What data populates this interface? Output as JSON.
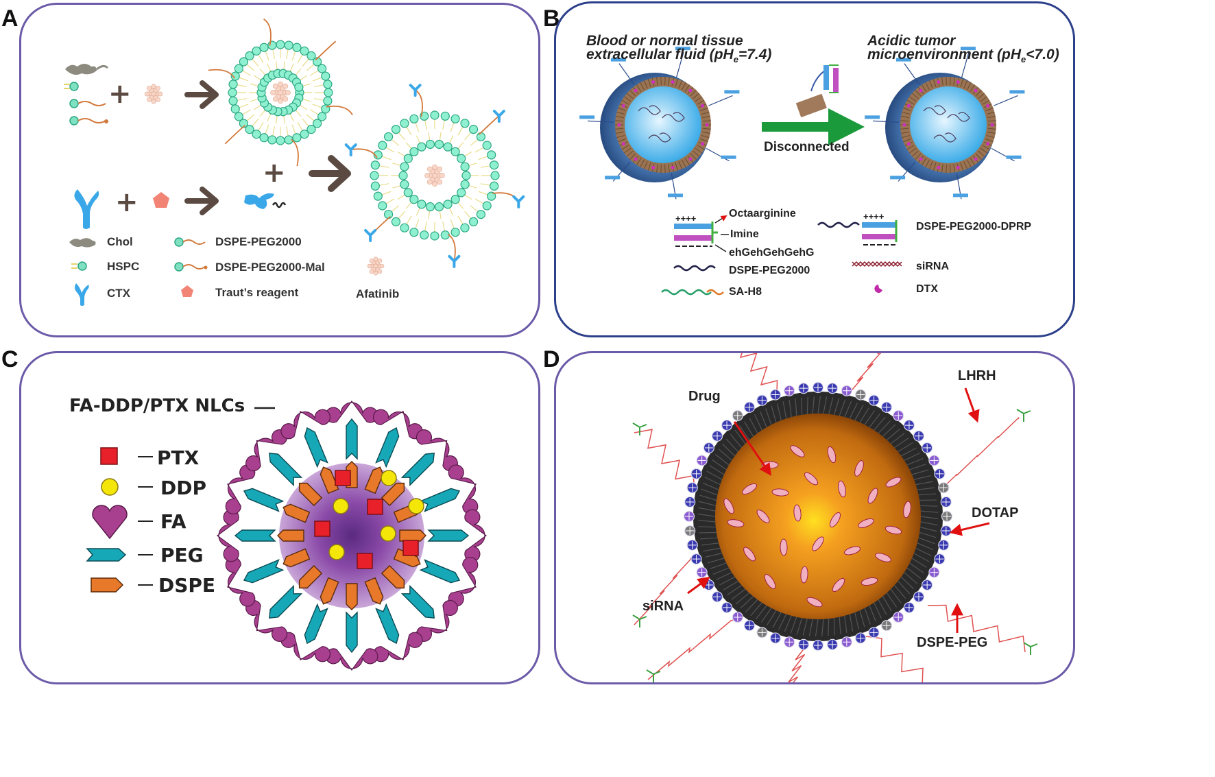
{
  "panelA": {
    "letter": "A",
    "legend": {
      "chol": "Chol",
      "hspc": "HSPC",
      "ctx": "CTX",
      "dspe_peg": "DSPE-PEG2000",
      "dspe_peg_mal": "DSPE-PEG2000-Mal",
      "traut": "Traut’s reagent",
      "afatinib": "Afatinib"
    }
  },
  "panelB": {
    "letter": "B",
    "left_title_1": "Blood or normal tissue",
    "left_title_2": "extracellular fluid (pH",
    "left_sub": "e",
    "left_suffix": "=7.4)",
    "right_title_1": "Acidic tumor",
    "right_title_2": "microenvironment (pH",
    "right_sub": "e",
    "right_suffix": "<7.0)",
    "arrow_label": "Disconnected",
    "plus": "++++",
    "legend": {
      "octaarginine": "Octaarginine",
      "imine": "Imine",
      "ehg": "ehGehGehGehG",
      "dspe_peg": "DSPE-PEG2000",
      "sa_h8": "SA-H8",
      "dprp": "DSPE-PEG2000-DPRP",
      "sirna": "siRNA",
      "dtx": "DTX"
    }
  },
  "panelC": {
    "letter": "C",
    "title": "FA-DDP/PTX NLCs",
    "legend": {
      "ptx": "PTX",
      "ddp": "DDP",
      "fa": "FA",
      "peg": "PEG",
      "dspe": "DSPE"
    },
    "colors": {
      "ptx": "#e8202a",
      "ddp": "#f5e60a",
      "fa": "#a8408f",
      "peg": "#17a8b8",
      "dspe": "#e8792a"
    }
  },
  "panelD": {
    "letter": "D",
    "labels": {
      "drug": "Drug",
      "lhrh": "LHRH",
      "dotap": "DOTAP",
      "sirna": "siRNA",
      "dspe_peg": "DSPE-PEG"
    }
  }
}
